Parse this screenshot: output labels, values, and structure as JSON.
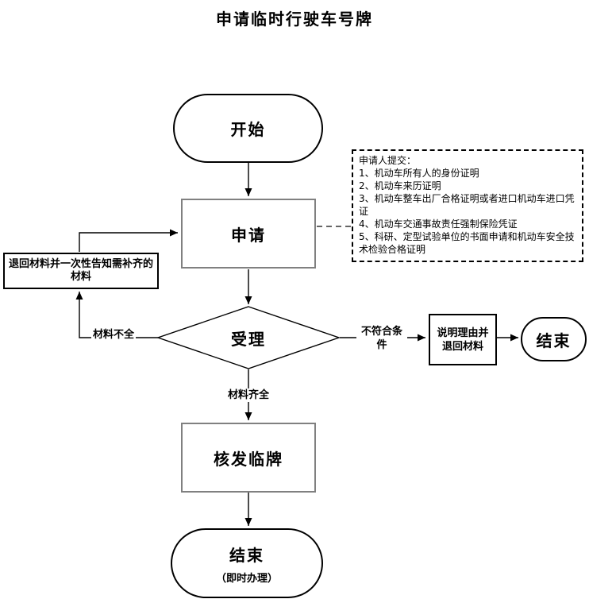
{
  "title": "申请临时行驶车号牌",
  "colors": {
    "background": "#ffffff",
    "line": "#000000",
    "process_border": "#808080",
    "dashed_connector": "#666666",
    "text": "#000000"
  },
  "nodes": {
    "start": {
      "label": "开始"
    },
    "apply": {
      "label": "申请"
    },
    "accept": {
      "label": "受理"
    },
    "issue": {
      "label": "核发临牌"
    },
    "end_right": {
      "label": "结束"
    },
    "end_bottom": {
      "label": "结束",
      "sublabel": "（即时办理）"
    },
    "return_materials": {
      "label": "退回材料并一次性告知需补齐的材料"
    },
    "explain": {
      "label": "说明理由并退回材料"
    }
  },
  "note": {
    "lines": [
      "申请人提交：",
      "1、机动车所有人的身份证明",
      "2、机动车来历证明",
      "3、机动车整车出厂合格证明或者进口机动车进口凭证",
      "4、机动车交通事故责任强制保险凭证",
      "5、科研、定型试验单位的书面申请和机动车安全技术检验合格证明"
    ]
  },
  "edge_labels": {
    "incomplete": "材料不全",
    "not_qualified": "不符合条件",
    "complete": "材料齐全"
  }
}
